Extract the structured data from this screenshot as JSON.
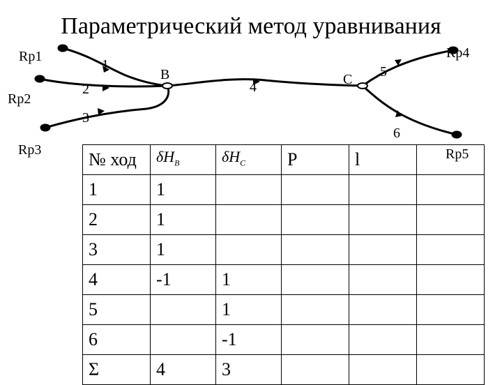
{
  "title": "Параметрический метод уравнивания",
  "benchmarks": [
    "Rp1",
    "Rp2",
    "Rp3",
    "Rp4",
    "Rp5"
  ],
  "nodes": [
    "B",
    "C"
  ],
  "routes": [
    "1",
    "2",
    "3",
    "4",
    "5",
    "6"
  ],
  "table": {
    "header_label": "№ ход",
    "unknown_b": {
      "symbol": "δH",
      "subscript": "B"
    },
    "unknown_c": {
      "symbol": "δH",
      "subscript": "C"
    },
    "header_p": "P",
    "header_l": "l",
    "rows": [
      {
        "route": "1",
        "b": "1",
        "c": ""
      },
      {
        "route": "2",
        "b": "1",
        "c": ""
      },
      {
        "route": "3",
        "b": "1",
        "c": ""
      },
      {
        "route": "4",
        "b": "-1",
        "c": "1"
      },
      {
        "route": "5",
        "b": "",
        "c": "1"
      },
      {
        "route": "6",
        "b": "",
        "c": "-1"
      },
      {
        "route": "Σ",
        "b": "4",
        "c": "3"
      }
    ]
  }
}
